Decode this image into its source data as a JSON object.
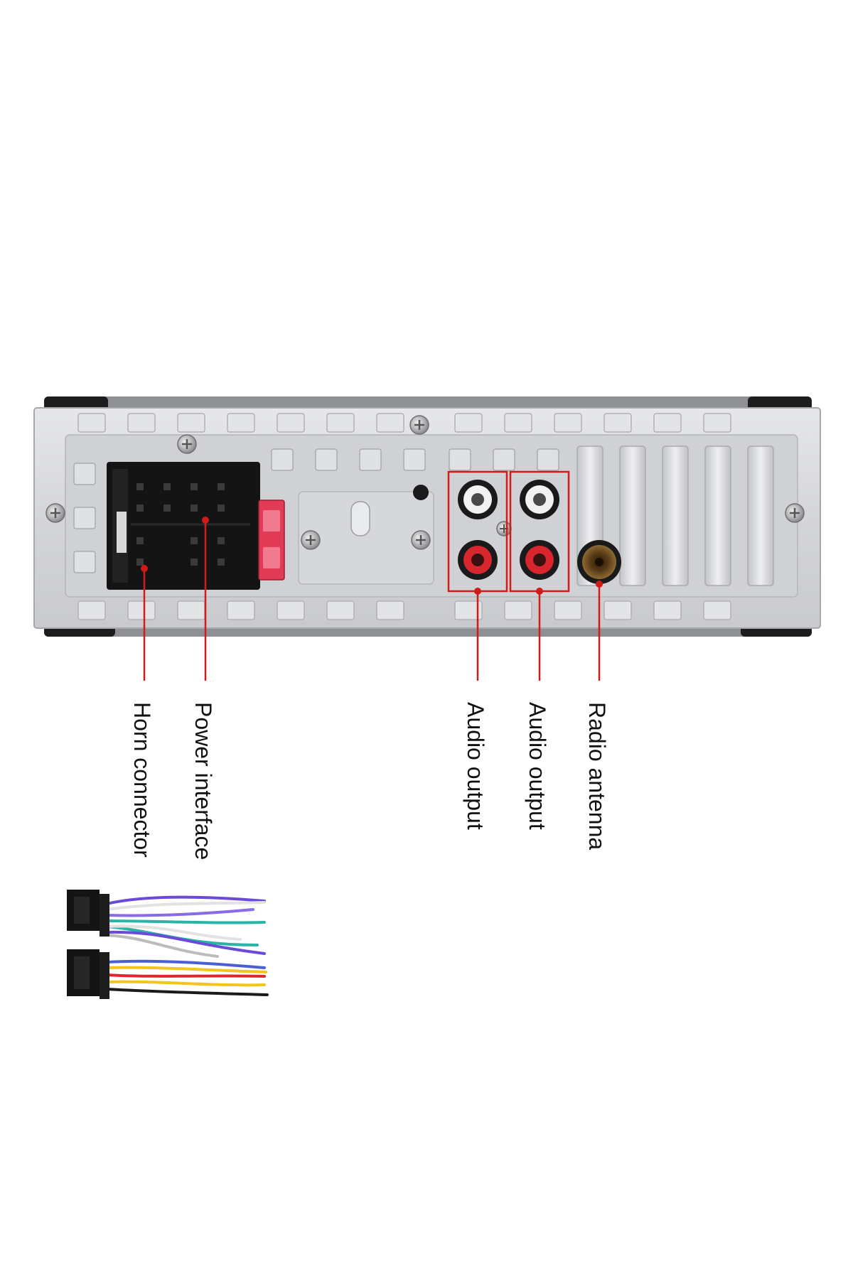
{
  "labels": {
    "horn_connector": "Horn connector",
    "power_interface": "Power interface",
    "audio_output_1": "Audio output",
    "audio_output_2": "Audio output",
    "radio_antenna": "Radio antenna"
  },
  "colors": {
    "callout": "#d11a1a",
    "panel": "#d9dadc",
    "connector": "#141414",
    "fuse": "#e23b55",
    "rca_red": "#d8262e",
    "rca_white": "#f2f2f2",
    "antenna": "#6b4a1e",
    "wire_purple": "#6a4bd8",
    "wire_teal": "#2bb3a6",
    "wire_white": "#e2e2e2",
    "wire_blue": "#4a5fd6",
    "wire_yellow": "#f2c41c",
    "wire_red": "#e0262b",
    "wire_black": "#1b1b1b"
  },
  "icons": [
    "screw-icon",
    "rca-jack-icon",
    "antenna-socket-icon",
    "fuse-icon",
    "iso-connector-icon"
  ]
}
